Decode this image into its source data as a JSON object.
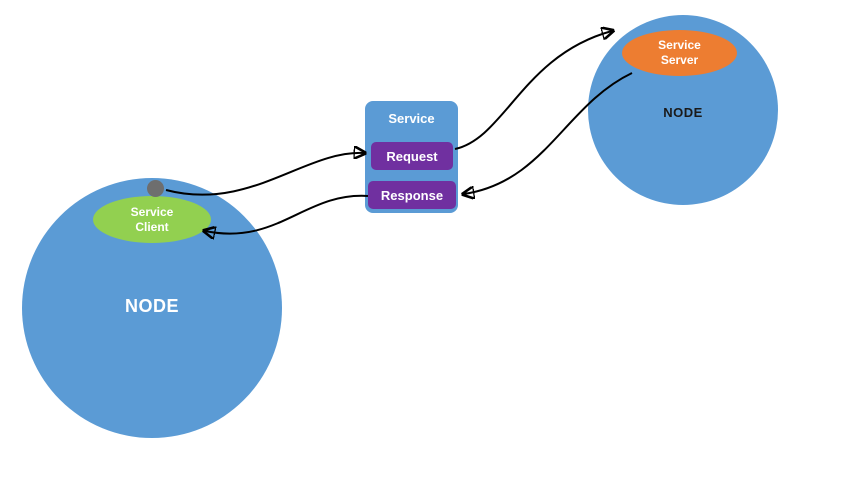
{
  "colors": {
    "node_blue": "#5b9bd5",
    "client_green": "#92d050",
    "server_orange": "#ed7d31",
    "box_purple": "#7030a0",
    "dot_gray": "#6e6e6e",
    "arrow": "#000000",
    "background": "#ffffff"
  },
  "left_node": {
    "label": "NODE"
  },
  "right_node": {
    "label": "NODE"
  },
  "client": {
    "line1": "Service",
    "line2": "Client"
  },
  "server": {
    "line1": "Service",
    "line2": "Server"
  },
  "service": {
    "title": "Service",
    "request": "Request",
    "response": "Response"
  },
  "arrows": [
    "client-dot-to-request",
    "request-to-service-server",
    "service-server-to-response",
    "response-to-service-client"
  ]
}
